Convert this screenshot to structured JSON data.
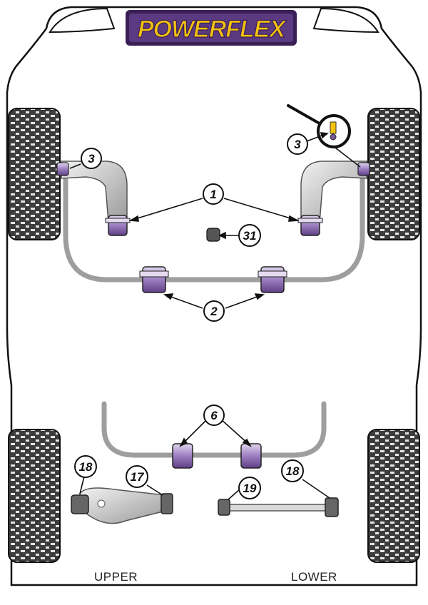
{
  "brand": {
    "logo_text": "POWERFLEX",
    "colors": {
      "logo_yellow": "#f4c20d",
      "logo_purple": "#3a1f55",
      "bush_purple": "#7a5a9e",
      "bush_light": "#c9b6dd",
      "bar_gray": "#9e9e9e",
      "outline": "#111111"
    }
  },
  "callouts": {
    "c1": "1",
    "c2": "2",
    "c3_left": "3",
    "c3_right": "3",
    "c31": "31",
    "c6": "6",
    "c17": "17",
    "c18_left": "18",
    "c18_right": "18",
    "c19": "19"
  },
  "labels": {
    "upper": "UPPER",
    "lower": "LOWER"
  },
  "icons": {
    "magnifier": "magnifier-icon",
    "wheel": "wheel-icon"
  }
}
